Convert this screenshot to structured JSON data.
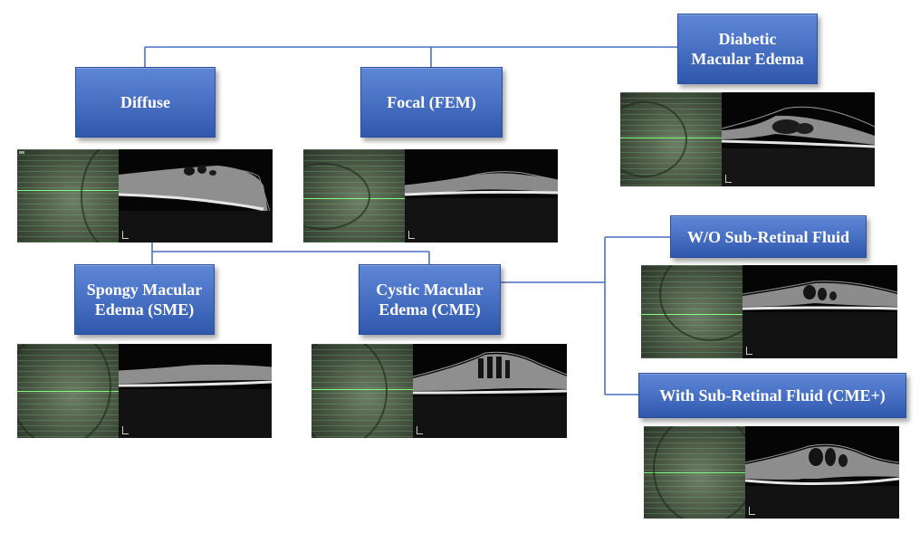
{
  "diagram": {
    "root": {
      "label": "Diabetic\nMacular Edema"
    },
    "categories": [
      {
        "id": "diffuse",
        "label": "Diffuse"
      },
      {
        "id": "focal",
        "label": "Focal (FEM)"
      }
    ],
    "diffuse_types": [
      {
        "id": "spongy",
        "label": "Spongy Macular\nEdema (SME)"
      },
      {
        "id": "cystic",
        "label": "Cystic Macular\nEdema (CME)"
      }
    ],
    "cystic_subtypes": [
      {
        "id": "without-srf",
        "label": "W/O Sub-Retinal Fluid"
      },
      {
        "id": "with-srf",
        "label": "With Sub-Retinal Fluid (CME+)"
      }
    ]
  },
  "colors": {
    "box_fill": "#4a73c6",
    "box_border": "#2b4f9e",
    "connector": "#4a6fc4",
    "label_text": "#ffffff",
    "fundus_grid": "#7dff7d"
  }
}
